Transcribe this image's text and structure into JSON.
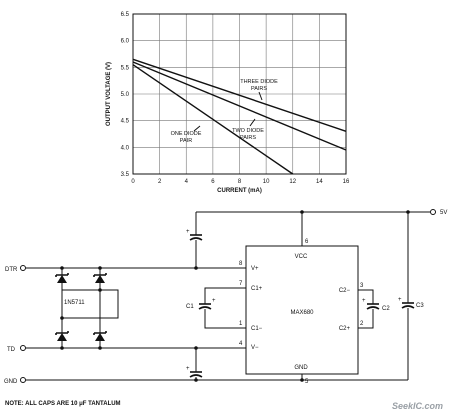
{
  "chart_data": {
    "type": "line",
    "xlabel": "CURRENT (mA)",
    "ylabel": "OUTPUT VOLTAGE (V)",
    "xlim": [
      0,
      16
    ],
    "ylim": [
      3.5,
      6.5
    ],
    "x_ticks": [
      0,
      2,
      4,
      6,
      8,
      10,
      12,
      14,
      16
    ],
    "y_ticks": [
      "3.5",
      "4.0",
      "4.5",
      "5.0",
      "5.5",
      "6.0",
      "6.5"
    ],
    "grid": true,
    "series": [
      {
        "name": "THREE DIODE PAIRS",
        "x": [
          0,
          16
        ],
        "y": [
          5.65,
          4.3
        ]
      },
      {
        "name": "TWO DIODE PAIRS",
        "x": [
          0,
          16
        ],
        "y": [
          5.6,
          3.95
        ]
      },
      {
        "name": "ONE DIODE PAIR",
        "x": [
          0,
          12
        ],
        "y": [
          5.55,
          3.5
        ]
      }
    ],
    "annotations": [
      {
        "lines": [
          "THREE DIODE",
          "PAIRS"
        ]
      },
      {
        "lines": [
          "TWO DIODE",
          "PAIRS"
        ]
      },
      {
        "lines": [
          "ONE DIODE",
          "PAIR"
        ]
      }
    ]
  },
  "circuit": {
    "ic_label": "MAX680",
    "vcc_label": "VCC",
    "gnd_label": "GND",
    "pins": {
      "vplus": "V+",
      "vminus": "V−",
      "c1plus": "C1+",
      "c1minus": "C1−",
      "c2minus": "C2−",
      "c2plus": "C2+",
      "p6": "6",
      "p8": "8",
      "p7": "7",
      "p1": "1",
      "p4": "4",
      "p3": "3",
      "p2": "2",
      "p5": "5"
    },
    "ports": {
      "dtr": "DTR",
      "td": "TD",
      "gnd": "GND",
      "supply": "5V"
    },
    "caps": {
      "c1": "C1",
      "c2": "C2",
      "c3": "C3"
    },
    "diode_label": "1N5711",
    "note": "NOTE: ALL CAPS ARE 10 μF TANTALUM"
  },
  "watermark": "SeekIC.com"
}
